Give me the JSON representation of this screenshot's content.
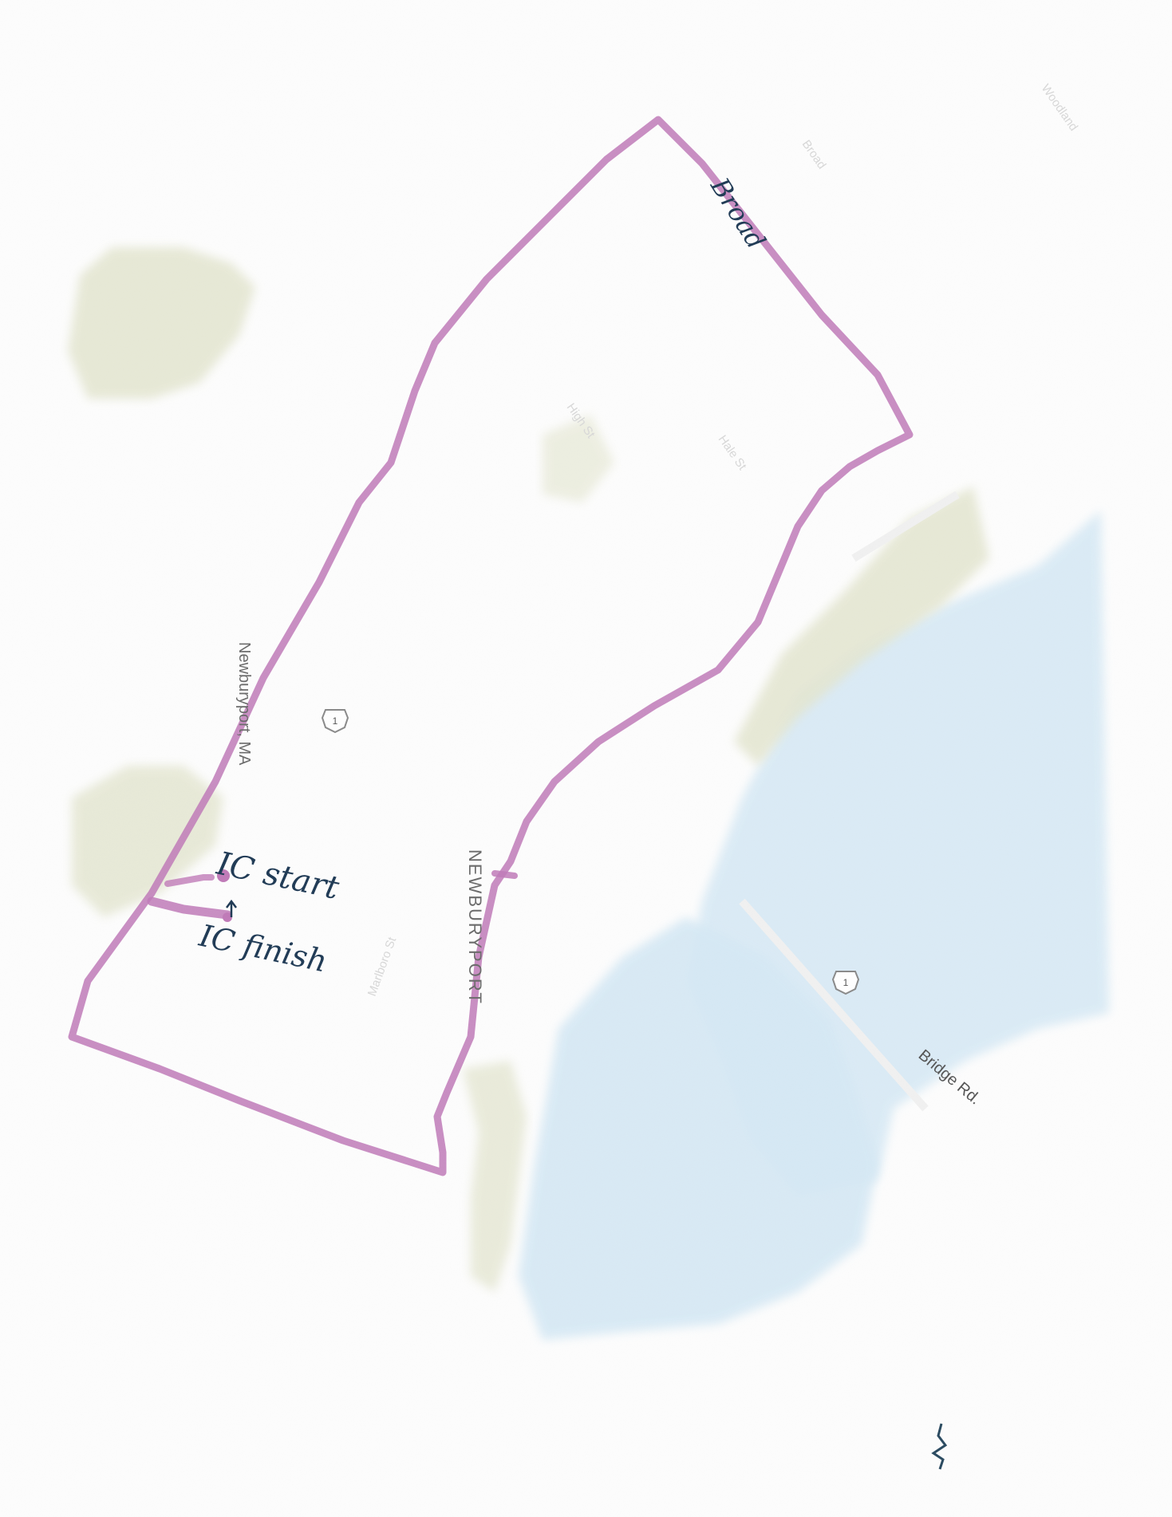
{
  "map": {
    "place_label": "Newburyport, MA",
    "district_label": "NEWBURYPORT",
    "bridge_road_label": "Bridge Rd.",
    "route_shield": "1",
    "faint_street_labels": [
      "Woodland",
      "Broad",
      "High St",
      "Hale St",
      "Marlboro St"
    ]
  },
  "annotations": {
    "street_name": "Broad",
    "start_label": "IC start",
    "finish_label": "IC finish"
  },
  "colors": {
    "route": "#c07ab8",
    "ink": "#1f3a55",
    "water": "#d6e9f5",
    "park": "#e4e6d0",
    "background": "#fdfdfd",
    "faint_text": "#d8d8d8"
  }
}
